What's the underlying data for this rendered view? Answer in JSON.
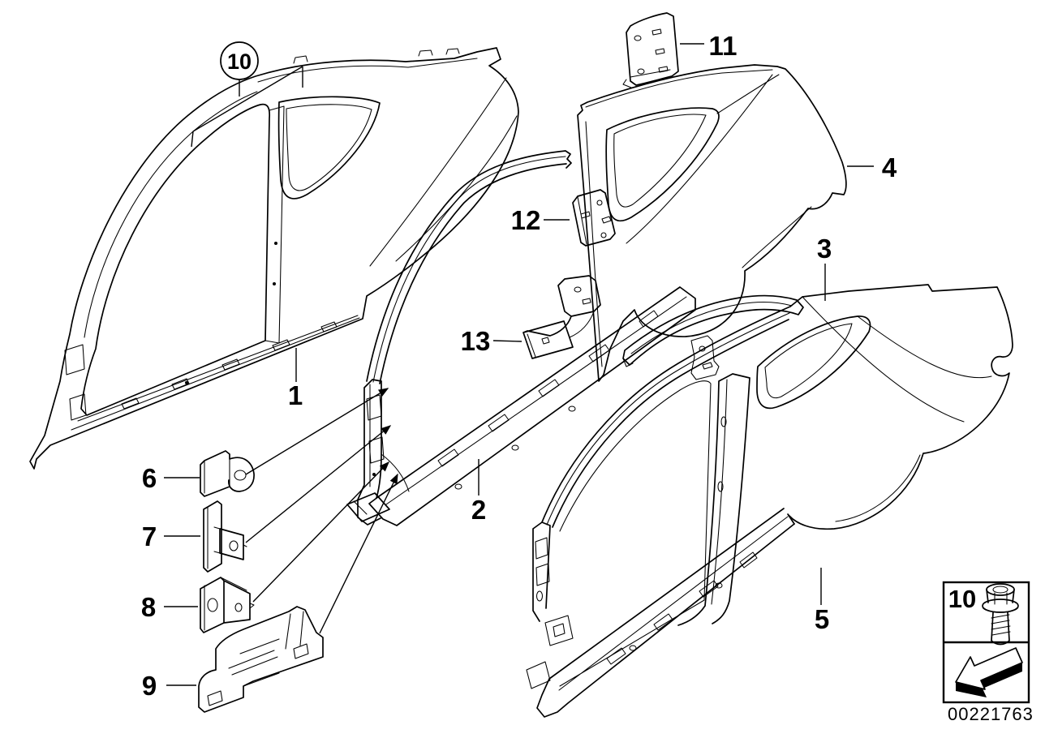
{
  "diagram": {
    "doc_number": "00221763",
    "colors": {
      "line": "#000000",
      "background": "#ffffff"
    },
    "callouts": {
      "n1": {
        "label": "1"
      },
      "n2": {
        "label": "2"
      },
      "n3": {
        "label": "3"
      },
      "n4": {
        "label": "4"
      },
      "n5": {
        "label": "5"
      },
      "n6": {
        "label": "6"
      },
      "n7": {
        "label": "7"
      },
      "n8": {
        "label": "8"
      },
      "n9": {
        "label": "9"
      },
      "n10": {
        "label": "10"
      },
      "n11": {
        "label": "11"
      },
      "n12": {
        "label": "12"
      },
      "n13": {
        "label": "13"
      }
    },
    "legend": {
      "fastener_label": "10"
    }
  }
}
